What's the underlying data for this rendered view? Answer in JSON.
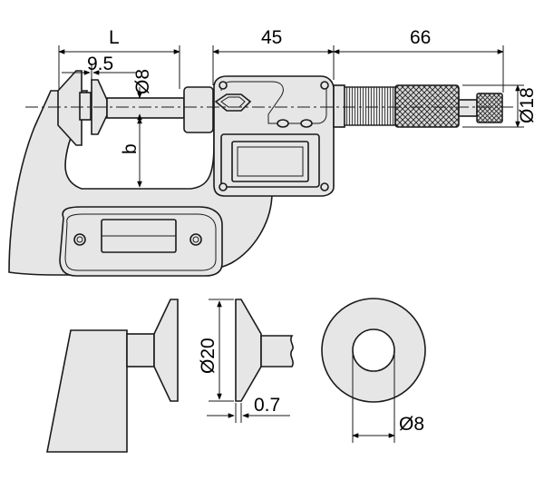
{
  "dimensions": {
    "length_L": "L",
    "flange_thickness": "9.5",
    "anvil_diameter": "Ø8",
    "depth_b": "b",
    "body_length": "45",
    "thimble_length": "66",
    "thimble_diameter": "Ø18",
    "disc_diameter": "Ø20",
    "disc_edge_thickness": "0.7",
    "spindle_diameter": "Ø8"
  },
  "views": [
    "side-view",
    "disc-detail-view",
    "disc-front-view"
  ],
  "colors": {
    "part_fill": "#e6e6e6",
    "outline": "#1a1a1a",
    "display_fill": "#e6e6e6"
  }
}
